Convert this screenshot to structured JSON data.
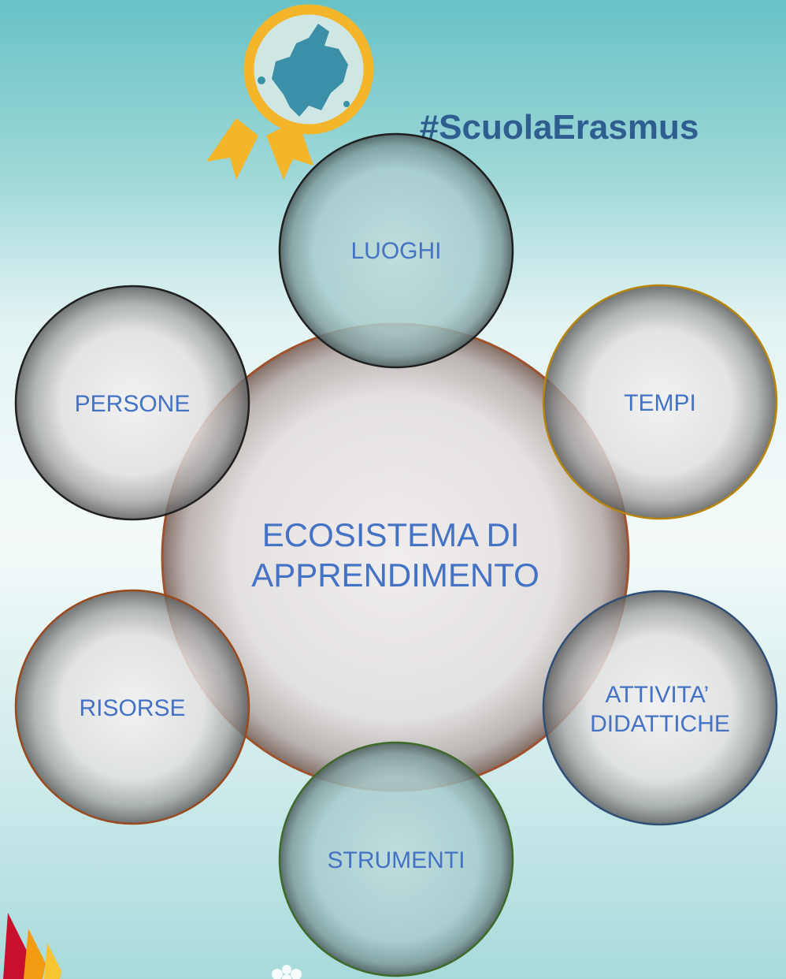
{
  "header": {
    "hashtag": "#ScuolaErasmus"
  },
  "diagram": {
    "center": {
      "lines": [
        "ECOSISTEMA DI",
        "APPRENDIMENTO"
      ],
      "ring_color": "#a0522d"
    },
    "nodes": [
      {
        "id": "luoghi",
        "lines": [
          "LUOGHI"
        ],
        "ring_color": "#1f1f1f"
      },
      {
        "id": "tempi",
        "lines": [
          "TEMPI"
        ],
        "ring_color": "#b8860b"
      },
      {
        "id": "attivita",
        "lines": [
          "ATTIVITA’",
          "DIDATTICHE"
        ],
        "ring_color": "#2e4f78"
      },
      {
        "id": "strumenti",
        "lines": [
          "STRUMENTI"
        ],
        "ring_color": "#3f6b2a"
      },
      {
        "id": "risorse",
        "lines": [
          "RISORSE"
        ],
        "ring_color": "#9a4a1c"
      },
      {
        "id": "persone",
        "lines": [
          "PERSONE"
        ],
        "ring_color": "#1f1f1f"
      }
    ]
  },
  "colors": {
    "label": "#4472c4",
    "badge_ring": "#f3b52a",
    "europe_map": "#3b8fa6",
    "hashtag": "#2e5e8f"
  },
  "icons": [
    "europe-badge-icon",
    "flame-logo-icon",
    "flower-logo-icon"
  ]
}
